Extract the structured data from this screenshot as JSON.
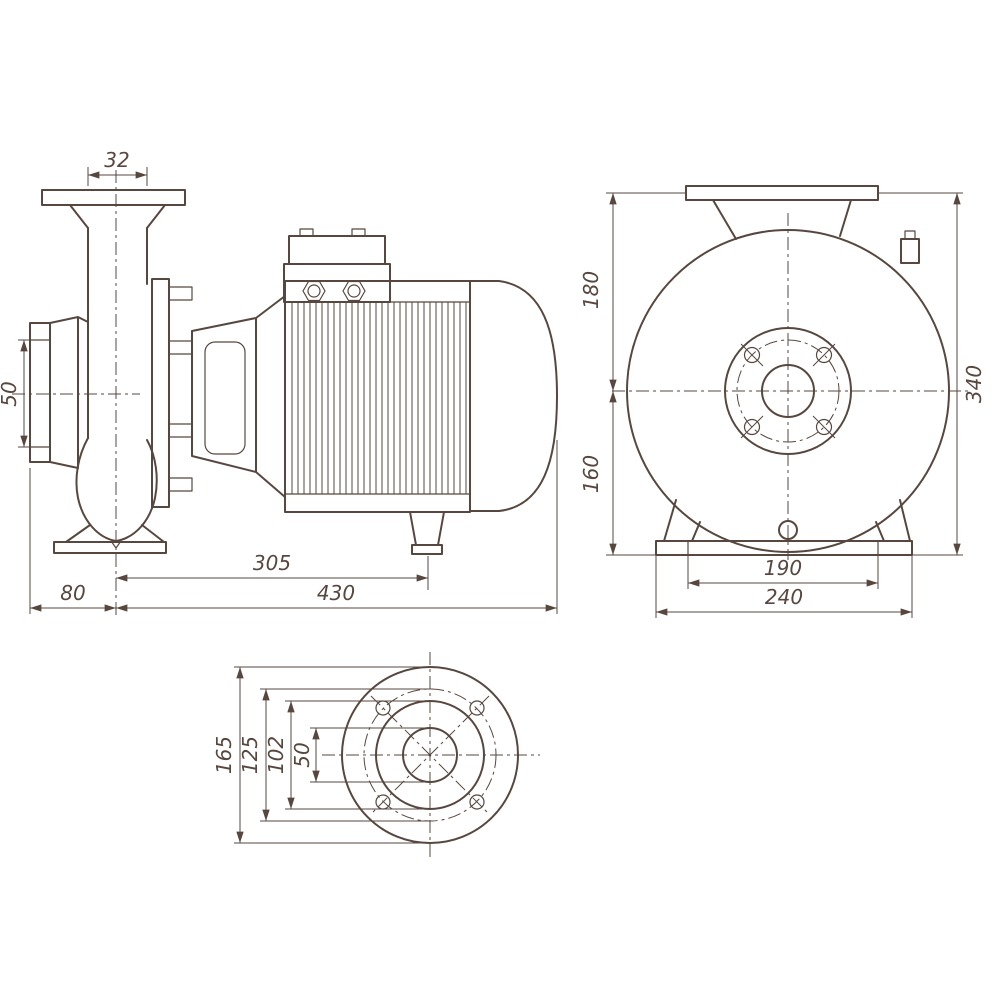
{
  "drawing": {
    "line_color": "#57473f",
    "background": "#ffffff",
    "side_view": {
      "dims": {
        "discharge_width": "32",
        "suction_bore": "50",
        "axis_to_motor_foot": "305",
        "flange_overhang": "80",
        "overall_length": "430"
      }
    },
    "front_view": {
      "dims": {
        "axis_to_top": "180",
        "axis_to_base": "160",
        "overall_height": "340",
        "foot_spacing": "190",
        "base_width": "240"
      }
    },
    "flange_view": {
      "dims": {
        "outer_diameter": "165",
        "bolt_circle": "125",
        "spigot": "102",
        "bore": "50"
      }
    }
  }
}
